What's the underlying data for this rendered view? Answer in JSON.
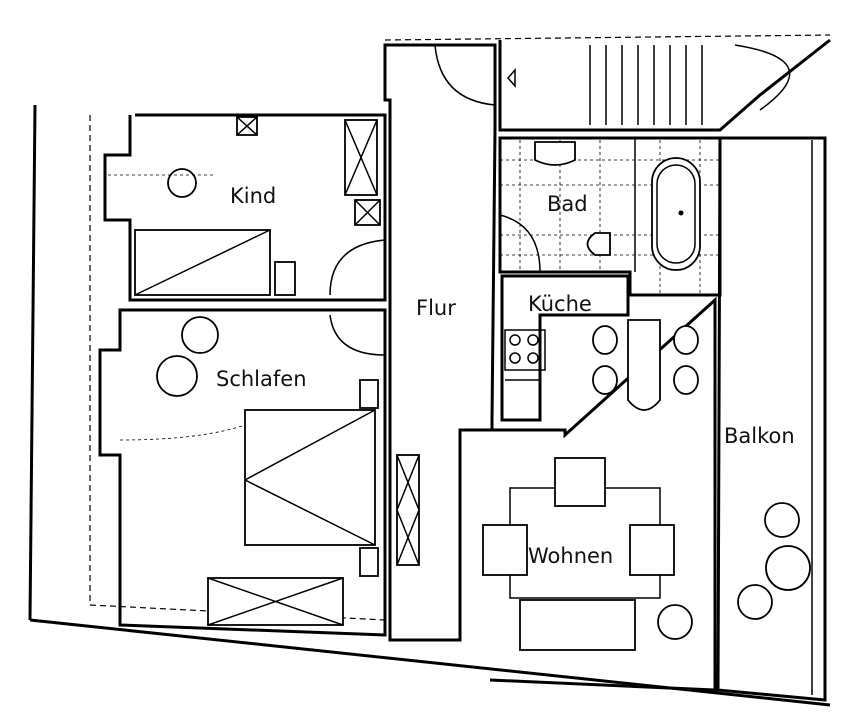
{
  "rooms": {
    "kind": "Kind",
    "bad": "Bad",
    "kueche": "Küche",
    "flur": "Flur",
    "schlafen": "Schlafen",
    "balkon": "Balkon",
    "wohnen": "Wohnen"
  }
}
